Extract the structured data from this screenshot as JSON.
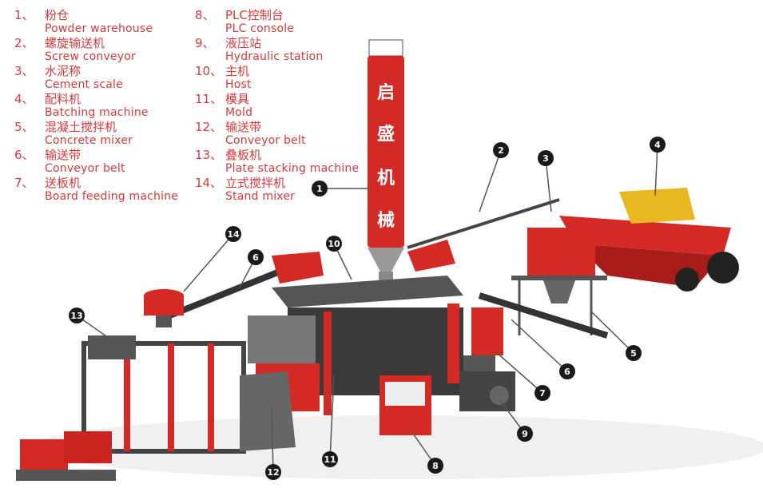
{
  "legend": [
    {
      "num": "1、",
      "zh": "粉仓",
      "en": "Powder warehouse"
    },
    {
      "num": "2、",
      "zh": "螺旋输送机",
      "en": "Screw conveyor"
    },
    {
      "num": "3、",
      "zh": "水泥称",
      "en": "Cement scale"
    },
    {
      "num": "4、",
      "zh": "配料机",
      "en": "Batching machine"
    },
    {
      "num": "5、",
      "zh": "混凝土搅拌机",
      "en": "Concrete mixer"
    },
    {
      "num": "6、",
      "zh": "输送带",
      "en": "Conveyor belt"
    },
    {
      "num": "7、",
      "zh": "送板机",
      "en": "Board feeding machine"
    },
    {
      "num": "8、",
      "zh": "PLC控制台",
      "en": "PLC console"
    },
    {
      "num": "9、",
      "zh": "液压站",
      "en": "Hydraulic station"
    },
    {
      "num": "10、",
      "zh": "主机",
      "en": "Host"
    },
    {
      "num": "11、",
      "zh": "模具",
      "en": "Mold"
    },
    {
      "num": "12、",
      "zh": "输送带",
      "en": "Conveyor belt"
    },
    {
      "num": "13、",
      "zh": "叠板机",
      "en": "Plate stacking machine"
    },
    {
      "num": "14、",
      "zh": "立式搅拌机",
      "en": "Stand mixer"
    }
  ],
  "silo_brand": [
    "启",
    "盛",
    "机",
    "械"
  ],
  "callouts": [
    "1",
    "2",
    "3",
    "4",
    "5",
    "6",
    "6",
    "7",
    "8",
    "9",
    "10",
    "11",
    "12",
    "13",
    "14"
  ],
  "colors": {
    "accent": "#d8393a",
    "machine_red": "#d42a26",
    "machine_gray": "#4a4a4a",
    "callout": "#1a1a1a"
  }
}
